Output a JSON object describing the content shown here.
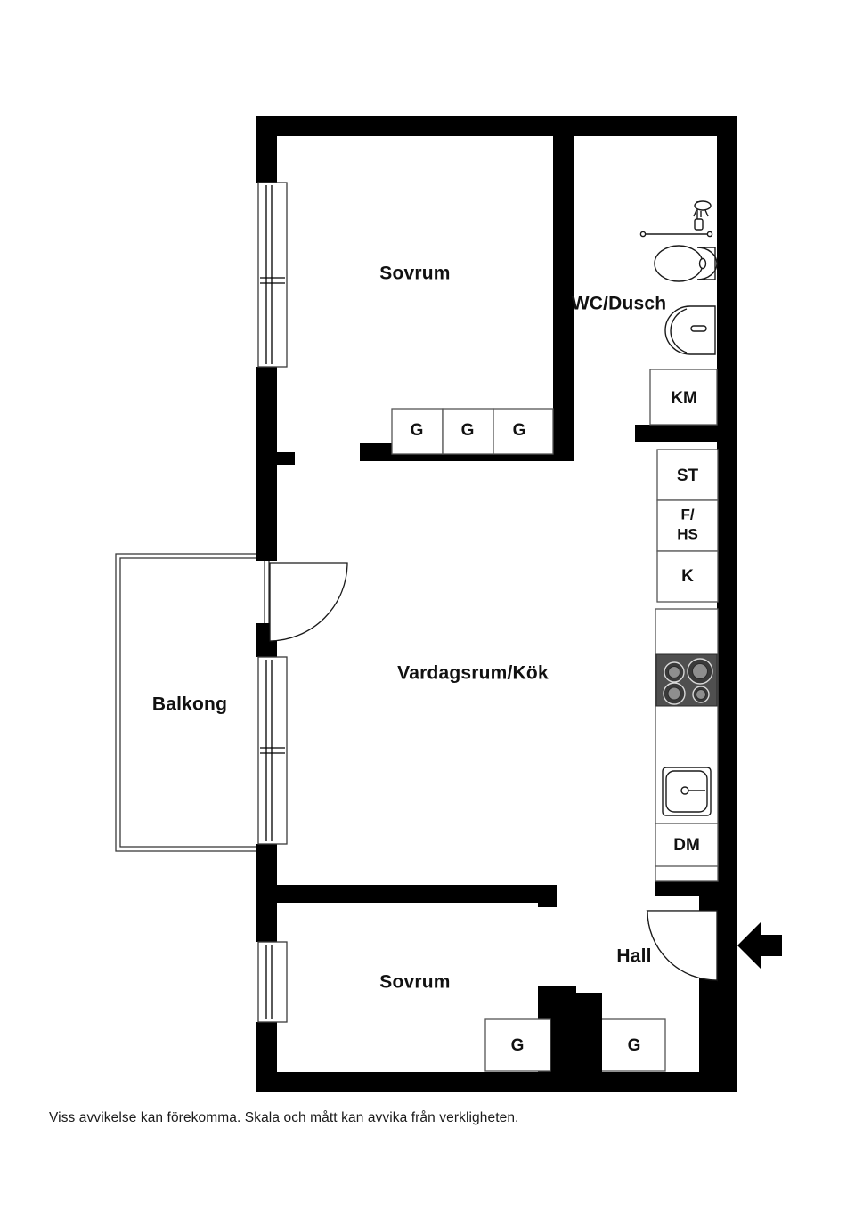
{
  "document": {
    "type": "apartment-floor-plan",
    "caption": "Viss avvikelse kan förekomma. Skala och mått kan avvika från verkligheten.",
    "colors": {
      "wall": "#000000",
      "background": "#ffffff",
      "fixture_stroke": "#1a1a1a",
      "cabinet_stroke": "#555555",
      "hob_panel": "#4f4f4f"
    }
  },
  "rooms": [
    {
      "id": "bedroom-top",
      "label": "Sovrum"
    },
    {
      "id": "bathroom",
      "label": "WC/Dusch"
    },
    {
      "id": "living-kitchen",
      "label": "Vardagsrum/Kök"
    },
    {
      "id": "balcony",
      "label": "Balkong"
    },
    {
      "id": "bedroom-bottom",
      "label": "Sovrum"
    },
    {
      "id": "hall",
      "label": "Hall"
    }
  ],
  "cabinets": {
    "bedroom_top_wardrobes": [
      {
        "label": "G"
      },
      {
        "label": "G"
      },
      {
        "label": "G"
      }
    ],
    "bedroom_bottom_wardrobes": [
      {
        "label": "G"
      },
      {
        "label": "G"
      }
    ],
    "kitchen_column": [
      {
        "label": "KM"
      },
      {
        "label": "ST"
      },
      {
        "label": "F/\nHS",
        "line1": "F/",
        "line2": "HS"
      },
      {
        "label": "K"
      },
      {
        "label": "DM"
      }
    ]
  },
  "fixtures": [
    {
      "name": "shower-head-icon"
    },
    {
      "name": "shower-curtain-rail-icon"
    },
    {
      "name": "toilet-icon"
    },
    {
      "name": "washbasin-icon"
    },
    {
      "name": "stove-hob-icon",
      "burners": 4
    },
    {
      "name": "kitchen-sink-icon"
    },
    {
      "name": "entrance-arrow-icon"
    },
    {
      "name": "entrance-door-swing-icon"
    },
    {
      "name": "balcony-door-swing-icon"
    },
    {
      "name": "window-icon",
      "count": 3
    }
  ]
}
